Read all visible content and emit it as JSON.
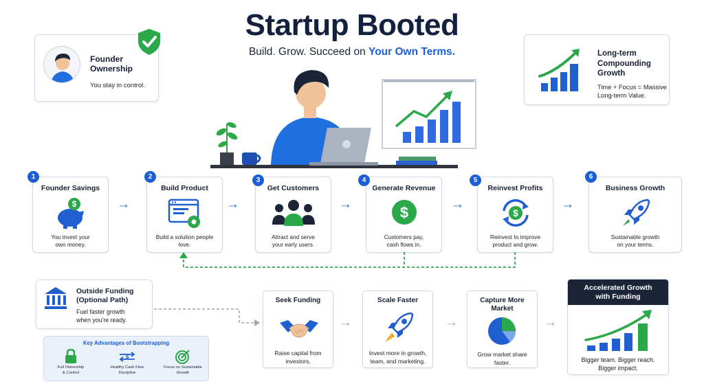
{
  "header": {
    "title": "Startup Booted",
    "subtitle_part1": "Build. Grow. Succeed on ",
    "subtitle_highlight": "Your Own Terms."
  },
  "founder_card": {
    "title_line1": "Founder",
    "title_line2": "Ownership",
    "desc": "You stay in control."
  },
  "growth_card": {
    "title_line1": "Long-term",
    "title_line2": "Compounding",
    "title_line3": "Growth",
    "desc_line1": "Time + Focus = Massive",
    "desc_line2": "Long-term Value."
  },
  "steps": [
    {
      "num": "1",
      "title": "Founder Savings",
      "desc_line1": "You invest your",
      "desc_line2": "own money.",
      "icon": "piggy-bank-icon"
    },
    {
      "num": "2",
      "title": "Build Product",
      "desc_line1": "Build a solution people",
      "desc_line2": "love.",
      "icon": "browser-gear-icon"
    },
    {
      "num": "3",
      "title": "Get Customers",
      "desc_line1": "Attract and serve",
      "desc_line2": "your early users.",
      "icon": "people-icon"
    },
    {
      "num": "4",
      "title": "Generate Revenue",
      "desc_line1": "Customers pay,",
      "desc_line2": "cash flows in.",
      "icon": "dollar-coin-icon"
    },
    {
      "num": "5",
      "title": "Reinvest Profits",
      "desc_line1": "Reinvest to improve",
      "desc_line2": "product and grow.",
      "icon": "dollar-cycle-icon"
    },
    {
      "num": "6",
      "title": "Business Growth",
      "desc_line1": "Sustainable growth",
      "desc_line2": "on your terms.",
      "icon": "rocket-icon"
    }
  ],
  "outside_funding": {
    "title_line1": "Outside Funding",
    "title_line2": "(Optional Path)",
    "desc_line1": "Fuel faster growth",
    "desc_line2": "when you're ready."
  },
  "advantages": {
    "title": "Key Advantages of Bootstrapping",
    "items": [
      {
        "line1": "Full Ownership",
        "line2": "& Control",
        "icon": "lock-icon"
      },
      {
        "line1": "Healthy Cash Flow",
        "line2": "Discipline",
        "icon": "cash-flow-icon"
      },
      {
        "line1": "Focus on Sustainable",
        "line2": "Growth",
        "icon": "target-icon"
      }
    ]
  },
  "funding_steps": [
    {
      "title_line1": "Seek Funding",
      "title_line2": "",
      "desc_line1": "Raise capital from",
      "desc_line2": "investors.",
      "icon": "handshake-icon"
    },
    {
      "title_line1": "Scale Faster",
      "title_line2": "",
      "desc_line1": "Invest more in growth,",
      "desc_line2": "team, and marketing.",
      "icon": "rocket-icon"
    },
    {
      "title_line1": "Capture More",
      "title_line2": "Market",
      "desc_line1": "Grow market share",
      "desc_line2": "faster.",
      "icon": "pie-chart-icon"
    }
  ],
  "accelerated": {
    "header_line1": "Accelerated Growth",
    "header_line2": "with Funding",
    "desc_line1": "Bigger team. Bigger reach.",
    "desc_line2": "Bigger impact."
  },
  "colors": {
    "primary_blue": "#1a5fd6",
    "green": "#27a844",
    "navy": "#1b2233"
  }
}
